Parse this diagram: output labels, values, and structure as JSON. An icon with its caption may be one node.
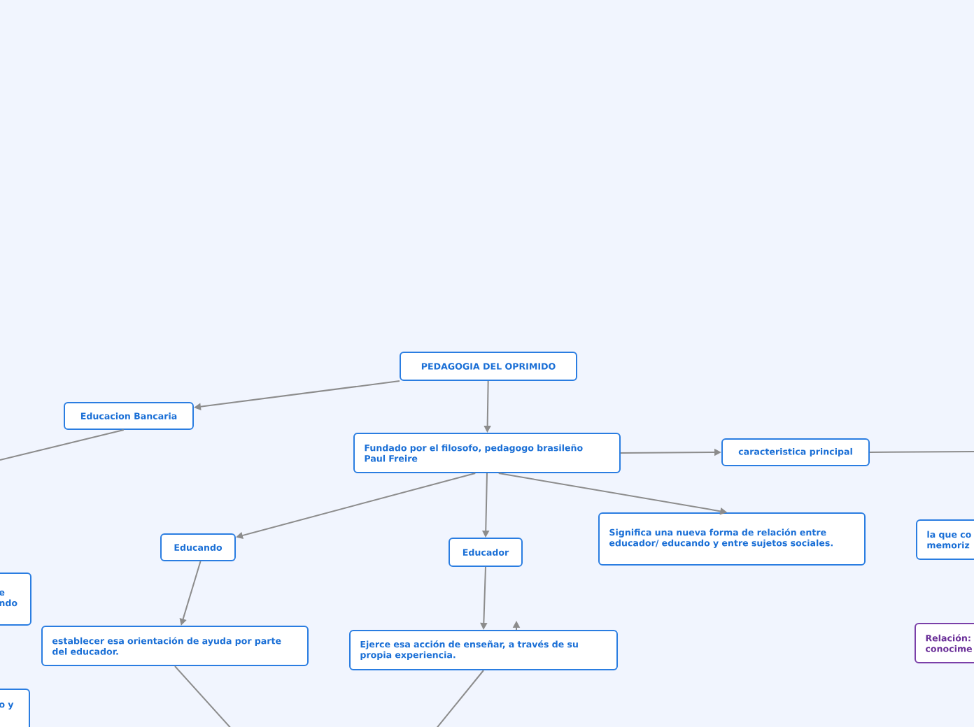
{
  "diagram": {
    "nodes": [
      {
        "text": [
          "PEDAGOGIA DEL OPRIMIDO"
        ]
      },
      {
        "text": [
          "Educacion Bancaria"
        ]
      },
      {
        "text": [
          "Fundado por el filosofo, pedagogo brasileño Paul Freire"
        ]
      },
      {
        "text": [
          "caracteristica principal"
        ]
      },
      {
        "text": [
          "Educando"
        ]
      },
      {
        "text": [
          "Educador"
        ]
      },
      {
        "text": [
          "Significa una nueva forma de relación entre educador/ educando y entre sujetos sociales."
        ]
      },
      {
        "text": [
          "establecer esa orientación de ayuda por parte del educador."
        ]
      },
      {
        "text": [
          "Ejerce esa acción de enseñar, a través de su propia experiencia."
        ]
      },
      {
        "text": [
          "e ndo"
        ]
      },
      {
        "text": [
          "o y"
        ]
      },
      {
        "text": [
          "la que co memoriz"
        ]
      },
      {
        "text": [
          "Relación: conocime"
        ]
      }
    ],
    "edges": [
      {
        "from": 0,
        "to": 1,
        "arrow": "to"
      },
      {
        "from": 0,
        "to": 2,
        "arrow": "to"
      },
      {
        "from": 2,
        "to": 3,
        "arrow": "to"
      },
      {
        "from": 2,
        "to": 4,
        "arrow": "to"
      },
      {
        "from": 2,
        "to": 5,
        "arrow": "to"
      },
      {
        "from": 2,
        "to": 6,
        "arrow": "to"
      },
      {
        "from": 4,
        "to": 7,
        "arrow": "to"
      },
      {
        "from": 5,
        "to": 8,
        "arrow": "to"
      },
      {
        "from": 1,
        "to": null,
        "arrow": "none"
      },
      {
        "from": 3,
        "to": null,
        "arrow": "none"
      },
      {
        "from": 7,
        "to": null,
        "arrow": "none"
      },
      {
        "from": 8,
        "to": null,
        "arrow": "none"
      },
      {
        "from": 8,
        "to": null,
        "arrow": "to"
      }
    ]
  }
}
